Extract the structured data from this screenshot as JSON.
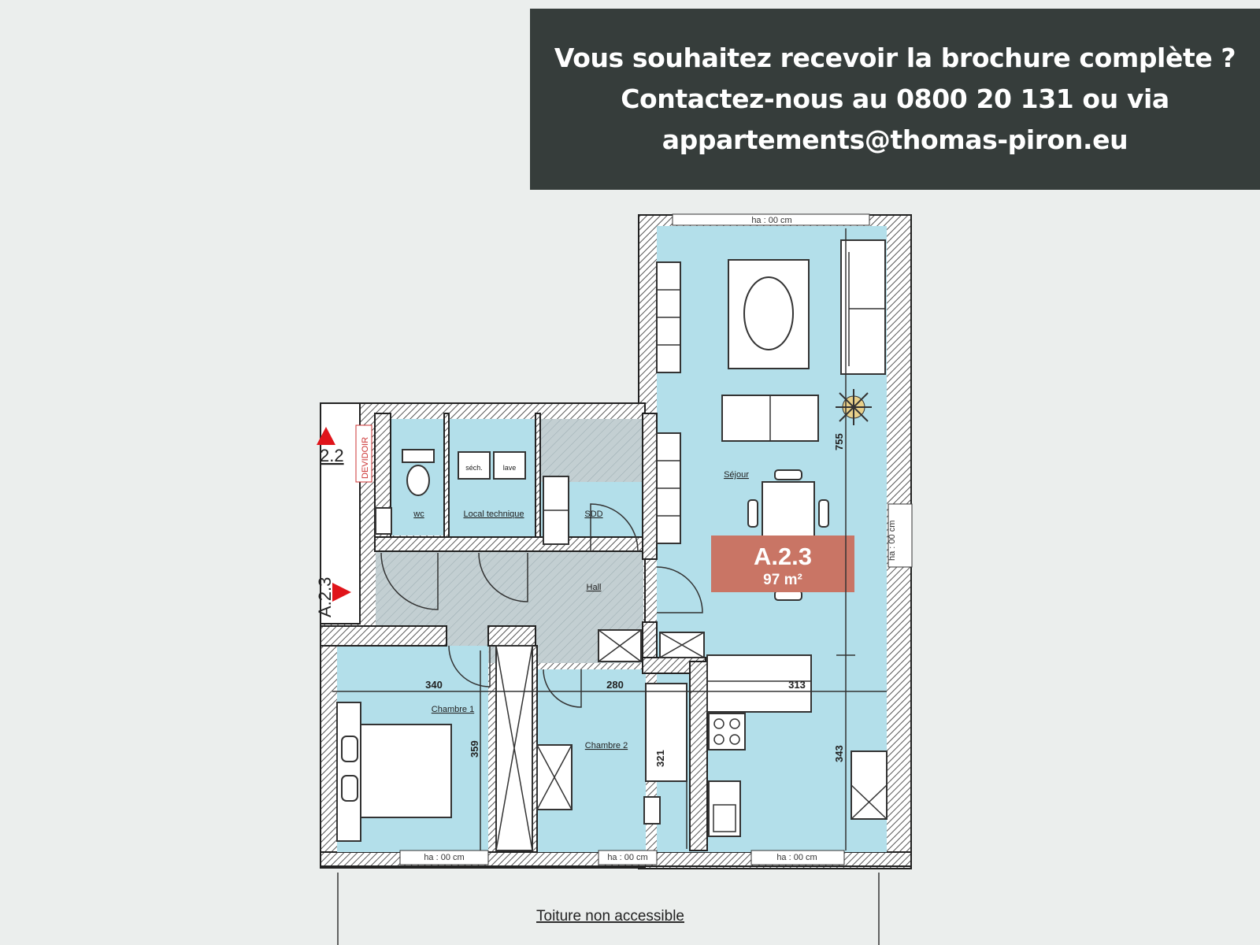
{
  "banner": {
    "line1": "Vous souhaitez recevoir la brochure complète ?",
    "line2": "Contactez-nous au 0800 20 131 ou via",
    "line3": "appartements@thomas-piron.eu"
  },
  "colors": {
    "banner_bg": "#363d3b",
    "room_fill": "#b3dfea",
    "badge_fill": "#c97565",
    "marker_red": "#e0141a"
  },
  "unit_badge": {
    "id": "A.2.3",
    "area": "97 m²"
  },
  "neighbors": {
    "top": "2.2",
    "bottom": "A.2.3"
  },
  "devidoir": "DEVIDOIR",
  "rooms": {
    "wc": "wc",
    "local_technique": "Local technique",
    "sdd": "SDD",
    "hall": "Hall",
    "sejour": "Séjour",
    "chambre1": "Chambre 1",
    "chambre2": "Chambre 2"
  },
  "appliances": {
    "seche": "séch.",
    "lave": "lave"
  },
  "dimensions": {
    "d340": "340",
    "d280": "280",
    "d313": "313",
    "d359": "359",
    "d321": "321",
    "d343": "343",
    "d755": "755"
  },
  "windows": {
    "top": "ha : 00 cm",
    "right": "ha : 00 cm",
    "bottom1": "ha : 00 cm",
    "bottom2": "ha : 00 cm",
    "bottom3": "ha : 00 cm"
  },
  "roof_label": "Toiture non accessible"
}
